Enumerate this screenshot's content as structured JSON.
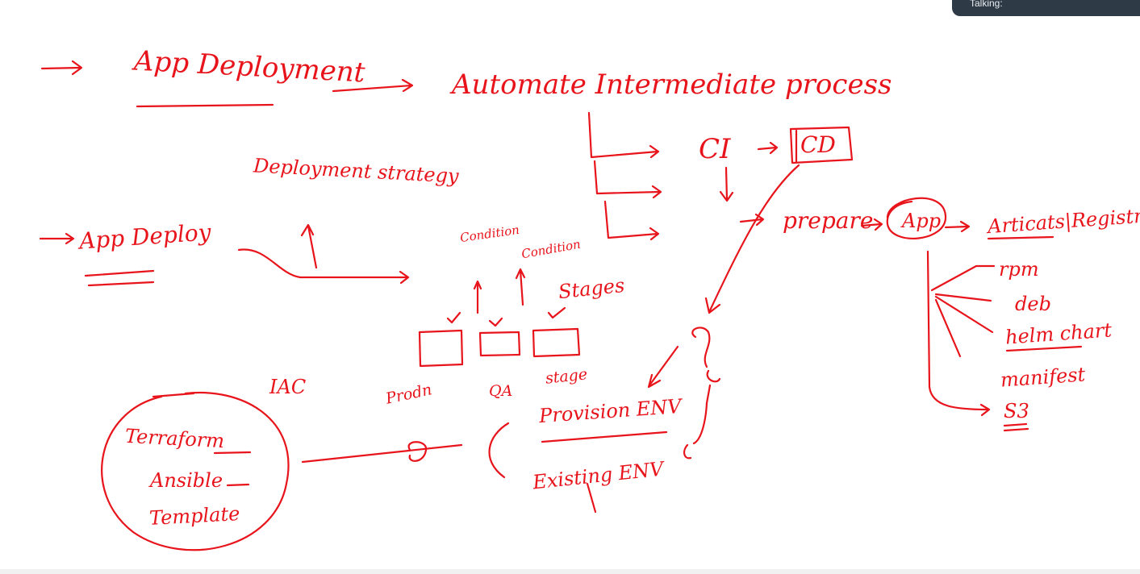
{
  "overlay": {
    "talking_label": "Talking:"
  },
  "diagram": {
    "app_deployment": "App Deployment",
    "automate": "Automate Intermediate process",
    "ci": "CI",
    "cd": "CD",
    "deployment_strategy": "Deployment strategy",
    "app_deploy": "App Deploy",
    "condition_1": "Condition",
    "condition_2": "Condition",
    "stages": "Stages",
    "prod": "Prodn",
    "qa": "QA",
    "stage": "stage",
    "iac": "IAC",
    "terraform": "Terraform",
    "ansible": "Ansible",
    "template": "Template",
    "provision_env": "Provision ENV",
    "existing_env": "Existing ENV",
    "prepare": "prepare",
    "app": "App",
    "artifacts_registry": "Articats|Registry",
    "rpm": "rpm",
    "deb": "deb",
    "helm_chart": "helm chart",
    "manifest": "manifest",
    "s3": "S3"
  },
  "colors": {
    "ink": "#e8141b",
    "background": "#ffffff",
    "overlay": "#2e3a46"
  }
}
